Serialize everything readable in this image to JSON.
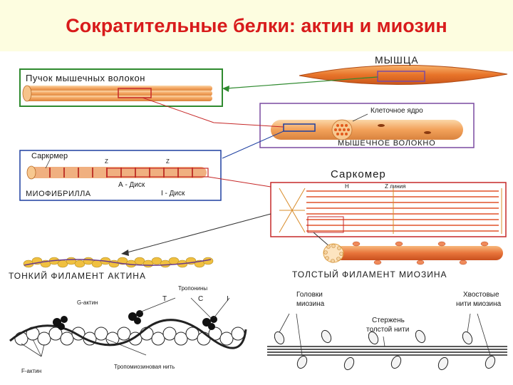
{
  "title": "Сократительные белки: актин и миозин",
  "labels": {
    "muscle": "МЫШЦА",
    "bundle": "Пучок мышечных волокон",
    "cell_nucleus": "Клеточное ядро",
    "muscle_fiber": "МЫШЕЧНОЕ ВОЛОКНО",
    "sarcomere_small": "Саркомер",
    "z_left": "Z",
    "z_right": "Z",
    "a_disc": "А - Диск",
    "i_disc": "I - Диск",
    "myofibril": "МИОФИБРИЛЛА",
    "sarcomere_big": "Саркомер",
    "h_mark": "Н",
    "z_line": "Z линия",
    "thin_filament": "ТОНКИЙ ФИЛАМЕНТ АКТИНА",
    "thick_filament": "ТОЛСТЫЙ ФИЛАМЕНТ МИОЗИНА",
    "troponins": "Тропонины",
    "t": "T",
    "c": "C",
    "i": "I",
    "g_actin": "G-актин",
    "f_actin": "F-актин",
    "tropomyosin": "Тропомиозиновая нить",
    "myosin_heads_1": "Головки",
    "myosin_heads_2": "миозина",
    "tail_1": "Хвостовые",
    "tail_2": "нити миозина",
    "rod_1": "Стержень",
    "rod_2": "толстой нити"
  },
  "colors": {
    "title": "#d81b1b",
    "title_bg": "#fdfde0",
    "muscle": "#e8742a",
    "fiber": "#f2a15a",
    "box_green": "#2f8a2f",
    "box_purple": "#7a4aa0",
    "box_red": "#c62828",
    "actin_bead": "#f0c040"
  }
}
